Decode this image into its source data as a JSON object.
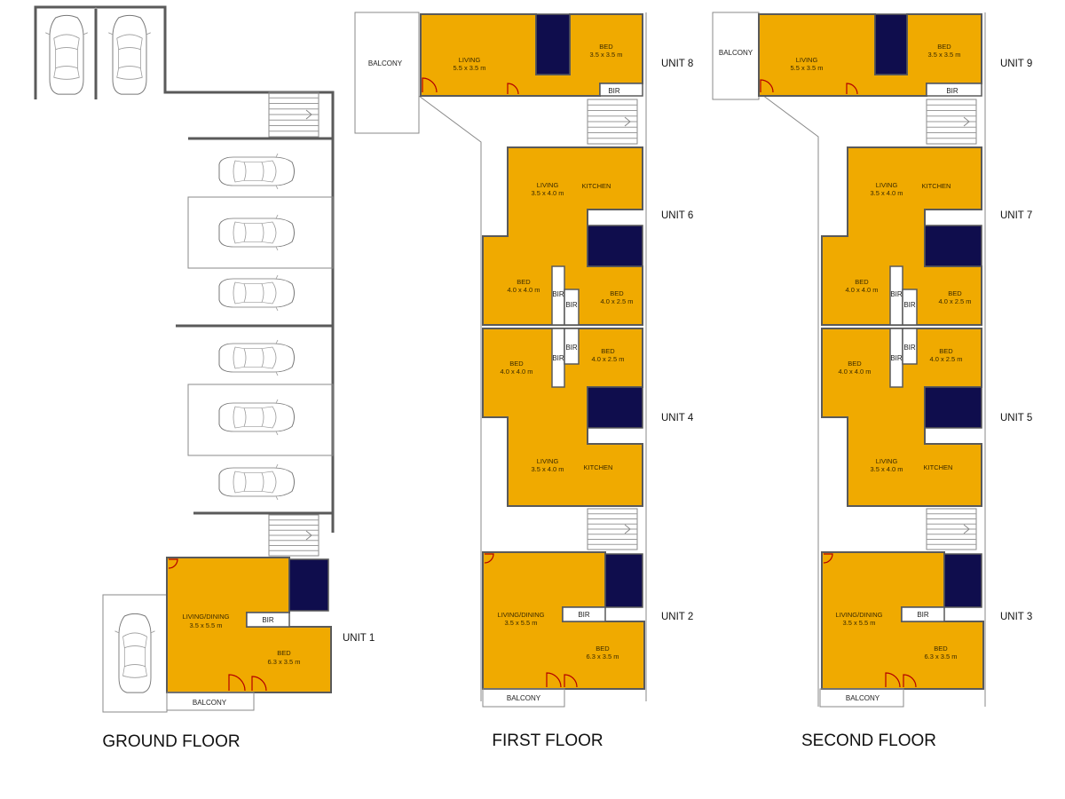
{
  "floors": {
    "ground": "GROUND FLOOR",
    "first": "FIRST FLOOR",
    "second": "SECOND FLOOR"
  },
  "units": {
    "u1": "UNIT 1",
    "u2": "UNIT 2",
    "u3": "UNIT 3",
    "u4": "UNIT 4",
    "u5": "UNIT 5",
    "u6": "UNIT 6",
    "u7": "UNIT 7",
    "u8": "UNIT 8",
    "u9": "UNIT 9"
  },
  "labels": {
    "living": "LIVING",
    "living_dining": "LIVING/DINING",
    "bed": "BED",
    "kitchen": "KITCHEN",
    "bir": "BIR",
    "balcony": "BALCONY"
  },
  "dims": {
    "d55x35": "5.5 x 3.5 m",
    "d35x35": "3.5 x 3.5 m",
    "d35x40": "3.5 x 4.0 m",
    "d40x40": "4.0 x 4.0 m",
    "d40x25": "4.0 x 2.5 m",
    "d35x55": "3.5 x 5.5 m",
    "d63x35": "6.3 x 3.5 m"
  },
  "colors": {
    "room": "#f0aa00",
    "bathroom": "#0f0d4d",
    "wall": "#5a5a5a",
    "door_swing": "#b30000"
  }
}
